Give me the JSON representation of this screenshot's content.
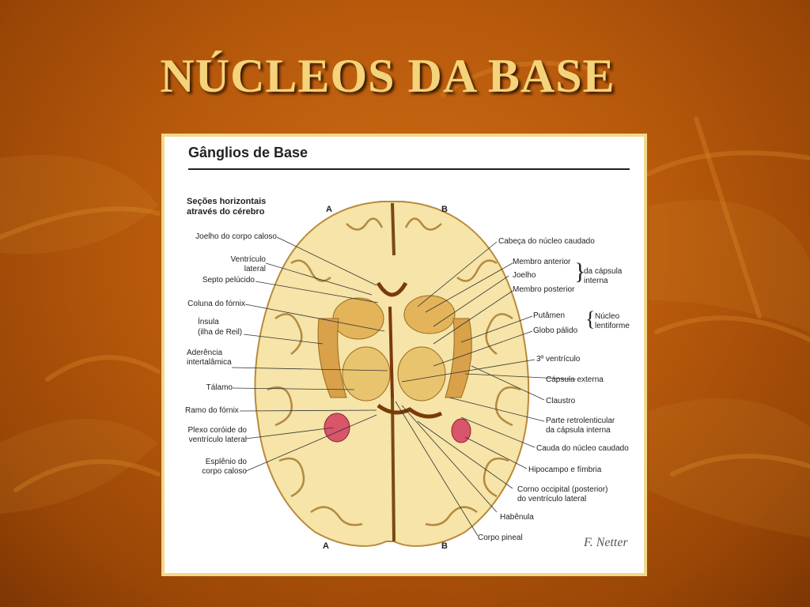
{
  "slide": {
    "title": "NÚCLEOS DA BASE"
  },
  "figure": {
    "title": "Gânglios de Base",
    "subtitle_line1": "Seções horizontais",
    "subtitle_line2": "através do cérebro",
    "section_a": "A",
    "section_b": "B",
    "signature": "F. Netter",
    "labels_left": [
      "Joelho do corpo caloso",
      "Ventrículo",
      "lateral",
      "Septo pelúcido",
      "Coluna do fórnix",
      "Ínsula",
      "(ilha de Reil)",
      "Aderência",
      "intertalâmica",
      "Tálamo",
      "Ramo do fórnix",
      "Plexo coróide do",
      "ventrículo lateral",
      "Esplênio do",
      "corpo caloso"
    ],
    "labels_right": [
      "Cabeça do núcleo caudado",
      "Membro anterior",
      "Joelho",
      "Membro posterior",
      "da cápsula",
      "interna",
      "Putâmen",
      "Globo pálido",
      "Núcleo",
      "lentiforme",
      "3º ventrículo",
      "Cápsula externa",
      "Claustro",
      "Parte retrolenticular",
      "da cápsula interna",
      "Cauda do núcleo caudado",
      "Hipocampo e fímbria",
      "Corno occipital (posterior)",
      "do ventrículo lateral",
      "Habênula",
      "Corpo pineal"
    ]
  }
}
